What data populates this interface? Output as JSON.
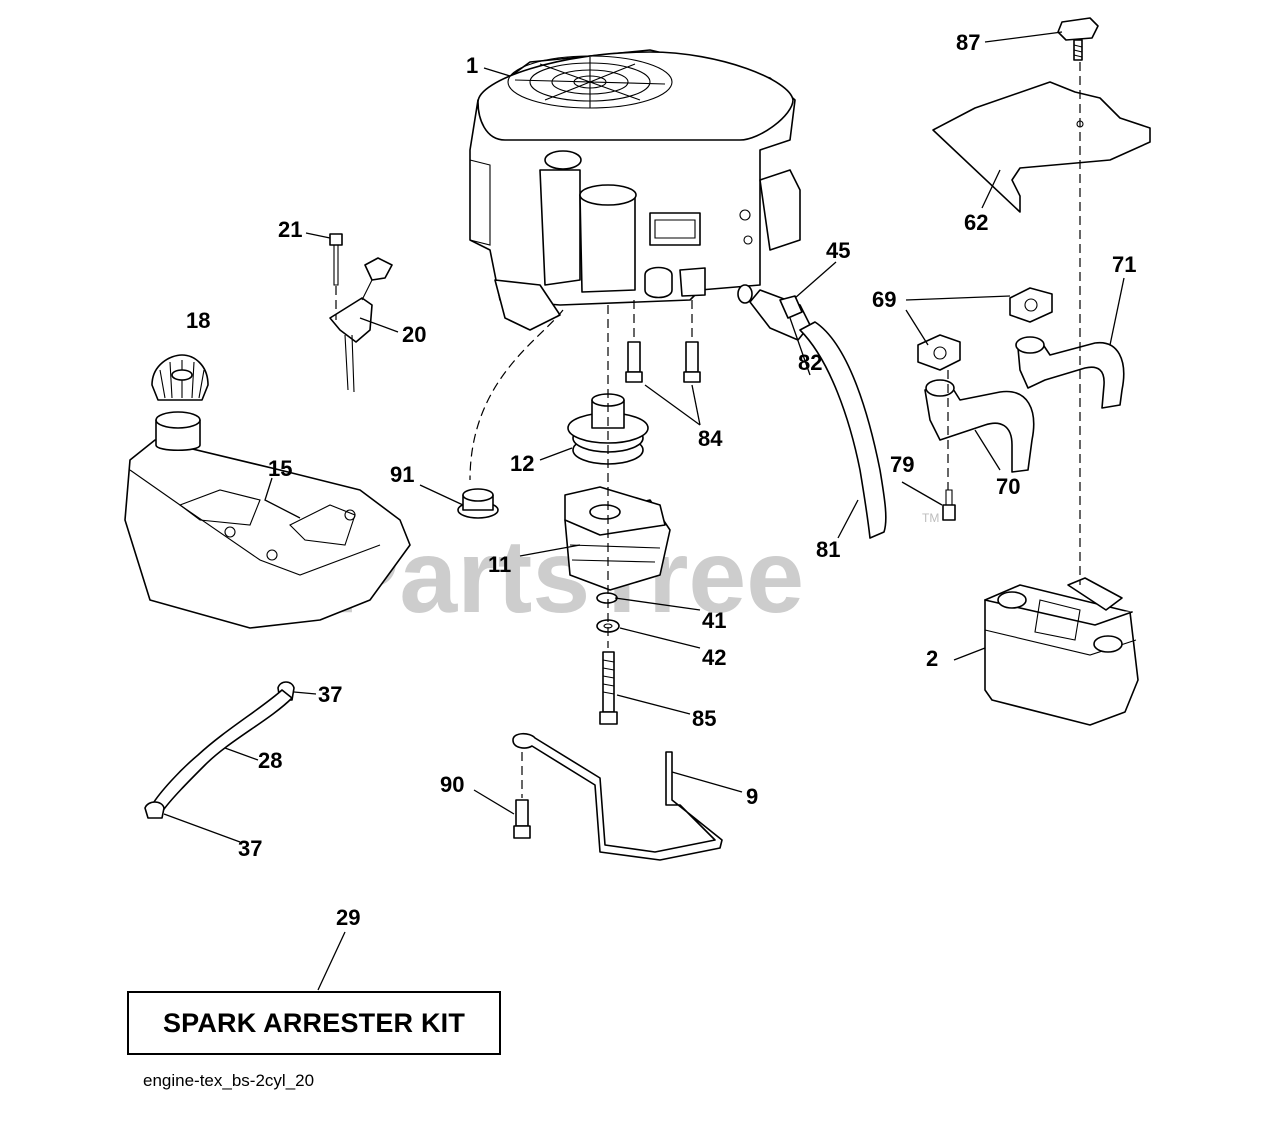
{
  "watermark": {
    "text": "PartsTree",
    "trademark": "TM"
  },
  "kit_label": "SPARK ARRESTER KIT",
  "reference_code": "engine-tex_bs-2cyl_20",
  "callouts": {
    "c1": "1",
    "c2": "2",
    "c9": "9",
    "c11": "11",
    "c12": "12",
    "c15": "15",
    "c18": "18",
    "c20": "20",
    "c21": "21",
    "c28": "28",
    "c29": "29",
    "c37a": "37",
    "c37b": "37",
    "c41": "41",
    "c42": "42",
    "c45": "45",
    "c62": "62",
    "c69": "69",
    "c70": "70",
    "c71": "71",
    "c79": "79",
    "c81": "81",
    "c82": "82",
    "c84": "84",
    "c85": "85",
    "c87": "87",
    "c90": "90",
    "c91": "91"
  }
}
